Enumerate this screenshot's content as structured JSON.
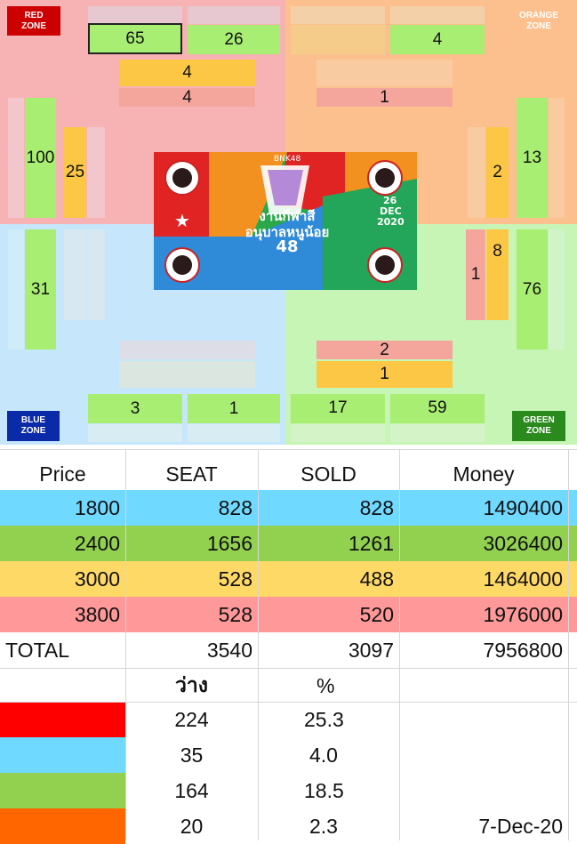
{
  "zones": {
    "red": {
      "line1": "RED",
      "line2": "ZONE",
      "color": "#cc0000"
    },
    "orange": {
      "line1": "ORANGE",
      "line2": "ZONE",
      "color": "#f08a2c"
    },
    "blue": {
      "line1": "BLUE",
      "line2": "ZONE",
      "color": "#0b2aa8"
    },
    "green": {
      "line1": "GREEN",
      "line2": "ZONE",
      "color": "#2a8a1e"
    }
  },
  "blocks": {
    "top_red_1": "65",
    "top_red_2": "26",
    "top_orange_2": "4",
    "center_top_red_1": "4",
    "center_top_red_2": "4",
    "center_top_orange_2": "1",
    "left_red_outer": "100",
    "left_red_inner": "25",
    "right_orange_inner": "2",
    "right_orange_outer": "13",
    "left_blue_outer": "31",
    "right_green_inner_pink": "1",
    "right_green_inner_yellow": "8",
    "right_green_outer": "76",
    "center_bottom_green_1": "2",
    "center_bottom_green_2": "1",
    "bottom_blue_1": "3",
    "bottom_blue_2": "1",
    "bottom_green_1": "17",
    "bottom_green_2": "59"
  },
  "poster": {
    "brand": "BNK48",
    "title_line1": "งานกีฬาสี",
    "title_line2": "อนุบาลหนูน้อย",
    "title_number": "48",
    "date_day": "26",
    "date_month": "DEC",
    "date_year": "2020"
  },
  "table": {
    "headers": [
      "Price",
      "SEAT",
      "SOLD",
      "Money"
    ],
    "rows": [
      {
        "price": "1800",
        "seat": "828",
        "sold": "828",
        "money": "1490400",
        "color": "#6fd9ff"
      },
      {
        "price": "2400",
        "seat": "1656",
        "sold": "1261",
        "money": "3026400",
        "color": "#92d050"
      },
      {
        "price": "3000",
        "seat": "528",
        "sold": "488",
        "money": "1464000",
        "color": "#ffd966"
      },
      {
        "price": "3800",
        "seat": "528",
        "sold": "520",
        "money": "1976000",
        "color": "#ff9999"
      }
    ],
    "total": {
      "label": "TOTAL",
      "seat": "3540",
      "sold": "3097",
      "money": "7956800"
    },
    "vacant_header": "ว่าง",
    "percent_header": "%",
    "vacant_rows": [
      {
        "color": "#ff0000",
        "vacant": "224",
        "percent": "25.3",
        "note": ""
      },
      {
        "color": "#6fd9ff",
        "vacant": "35",
        "percent": "4.0",
        "note": ""
      },
      {
        "color": "#92d050",
        "vacant": "164",
        "percent": "18.5",
        "note": ""
      },
      {
        "color": "#ff6600",
        "vacant": "20",
        "percent": "2.3",
        "note": "7-Dec-20"
      }
    ]
  }
}
